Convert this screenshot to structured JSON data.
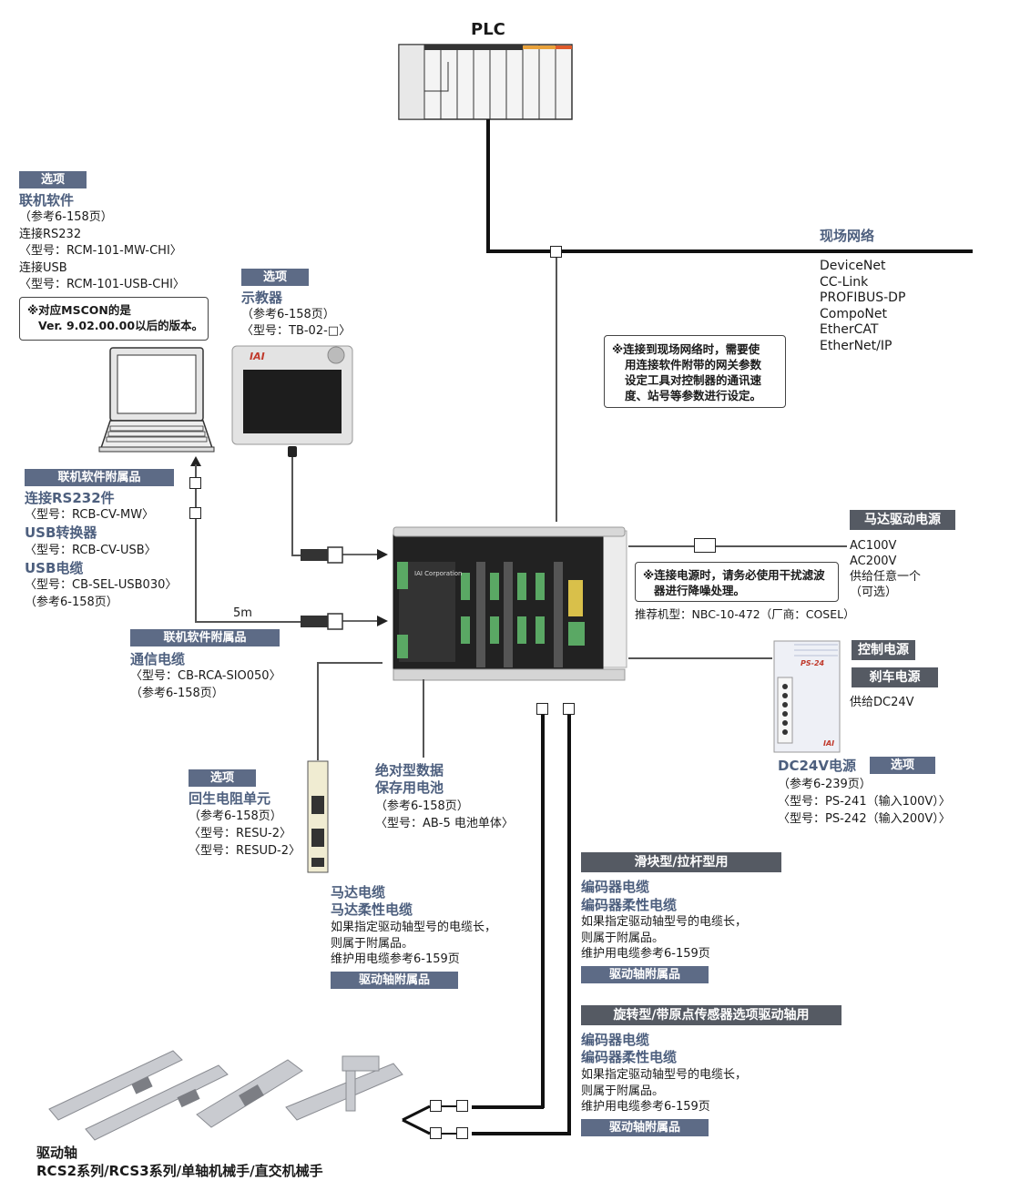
{
  "plc": {
    "title": "PLC"
  },
  "network": {
    "title": "现场网络",
    "items": [
      "DeviceNet",
      "CC-Link",
      "PROFIBUS-DP",
      "CompoNet",
      "EtherCAT",
      "EtherNet/IP"
    ],
    "note": [
      "※连接到现场网络时，需要使",
      "用连接软件附带的网关参数",
      "设定工具对控制器的通讯速",
      "度、站号等参数进行设定。"
    ]
  },
  "software": {
    "tag": "选项",
    "title": "联机软件",
    "lines": [
      "（参考6-158页）",
      "连接RS232",
      "〈型号：RCM-101-MW-CHI〉",
      "连接USB",
      "〈型号：RCM-101-USB-CHI〉"
    ],
    "note": [
      "※对应MSCON的是",
      "Ver. 9.02.00.00以后的版本。"
    ]
  },
  "teach": {
    "tag": "选项",
    "title": "示教器",
    "lines": [
      "（参考6-158页）",
      "〈型号：TB-02-□〉"
    ],
    "brand": "IAI"
  },
  "accessories": {
    "tag": "联机软件附属品",
    "items": [
      {
        "title": "连接RS232件",
        "model": "〈型号：RCB-CV-MW〉"
      },
      {
        "title": "USB转换器",
        "model": "〈型号：RCB-CV-USB〉"
      },
      {
        "title": "USB电缆",
        "model": "〈型号：CB-SEL-USB030〉",
        "ref": "（参考6-158页）"
      }
    ],
    "cable_length": "5m"
  },
  "comm_cable": {
    "tag": "联机软件附属品",
    "title": "通信电缆",
    "lines": [
      "〈型号：CB-RCA-SIO050〉",
      "（参考6-158页）"
    ]
  },
  "controller": {
    "brand": "IAI Corporation"
  },
  "motor_power": {
    "tag": "马达驱动电源",
    "lines": [
      "AC100V",
      "AC200V",
      "供给任意一个",
      "（可选）"
    ],
    "note": [
      "※连接电源时，请务必使用干扰滤波",
      "器进行降噪处理。"
    ],
    "recommend": "推荐机型：NBC-10-472（厂商：COSEL）"
  },
  "control_power": {
    "tag1": "控制电源",
    "tag2": "刹车电源",
    "supply": "供给DC24V",
    "psu_label": "PS-24",
    "psu_brand": "IAI",
    "title": "DC24V电源",
    "tag": "选项",
    "lines": [
      "（参考6-239页）",
      "〈型号：PS-241（输入100V）〉",
      "〈型号：PS-242（输入200V）〉"
    ]
  },
  "regen": {
    "tag": "选项",
    "title": "回生电阻单元",
    "lines": [
      "（参考6-158页）",
      "〈型号：RESU-2〉",
      "〈型号：RESUD-2〉"
    ]
  },
  "battery": {
    "title": [
      "绝对型数据",
      "保存用电池"
    ],
    "lines": [
      "（参考6-158页）",
      "〈型号：AB-5 电池单体〉"
    ]
  },
  "motor_cable": {
    "title": [
      "马达电缆",
      "马达柔性电缆"
    ],
    "lines": [
      "如果指定驱动轴型号的电缆长，",
      "则属于附属品。",
      "维护用电缆参考6-159页"
    ],
    "tag": "驱动轴附属品"
  },
  "slider": {
    "header": "滑块型/拉杆型用",
    "title": [
      "编码器电缆",
      "编码器柔性电缆"
    ],
    "lines": [
      "如果指定驱动轴型号的电缆长，",
      "则属于附属品。",
      "维护用电缆参考6-159页"
    ],
    "tag": "驱动轴附属品"
  },
  "rotary": {
    "header": "旋转型/带原点传感器选项驱动轴用",
    "title": [
      "编码器电缆",
      "编码器柔性电缆"
    ],
    "lines": [
      "如果指定驱动轴型号的电缆长，",
      "则属于附属品。",
      "维护用电缆参考6-159页"
    ],
    "tag": "驱动轴附属品"
  },
  "actuator": {
    "title": "驱动轴",
    "series": "RCS2系列/RCS3系列/单轴机械手/直交机械手"
  },
  "colors": {
    "accent": "#4d5f7e",
    "tag": "#5d6b86",
    "dark_tag": "#555a63"
  }
}
